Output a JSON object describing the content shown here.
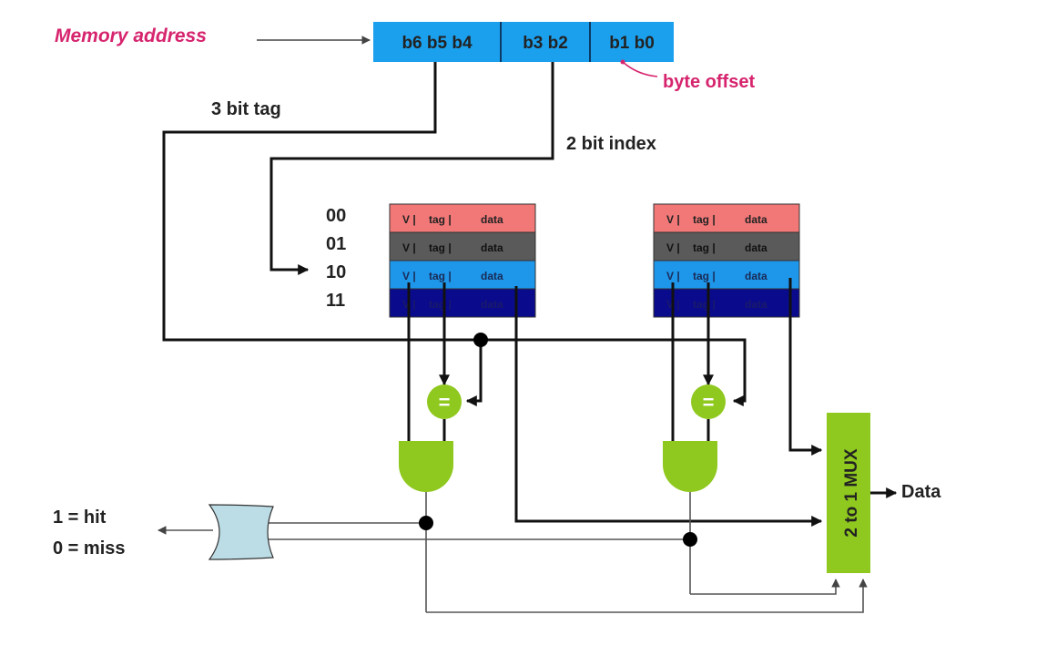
{
  "labels": {
    "memory_address": "Memory address",
    "tag_bits": "b6 b5 b4",
    "index_bits": "b3 b2",
    "offset_bits": "b1 b0",
    "byte_offset": "byte offset",
    "tag_label": "3 bit tag",
    "index_label": "2 bit index",
    "hit": "1 = hit",
    "miss": "0 = miss",
    "data_out": "Data",
    "mux": "2 to 1 MUX",
    "comparator": "="
  },
  "rows": [
    "00",
    "01",
    "10",
    "11"
  ],
  "cache_cells": [
    {
      "v": "V |",
      "tag": "tag |",
      "data": "data"
    },
    {
      "v": "V |",
      "tag": "tag |",
      "data": "data"
    },
    {
      "v": "V |",
      "tag": "tag |",
      "data": "data"
    },
    {
      "v": "V |",
      "tag": "tag |",
      "data": "data"
    }
  ],
  "colors": {
    "address_box": "#1ba0ee",
    "row_00": "#f27878",
    "row_01": "#5a5a5a",
    "row_10": "#1e96ea",
    "row_11": "#0a0a8c",
    "gate_green": "#8fc81e",
    "or_gate": "#bcdde6",
    "mux": "#8fc81e",
    "pink_text": "#d6246e"
  }
}
